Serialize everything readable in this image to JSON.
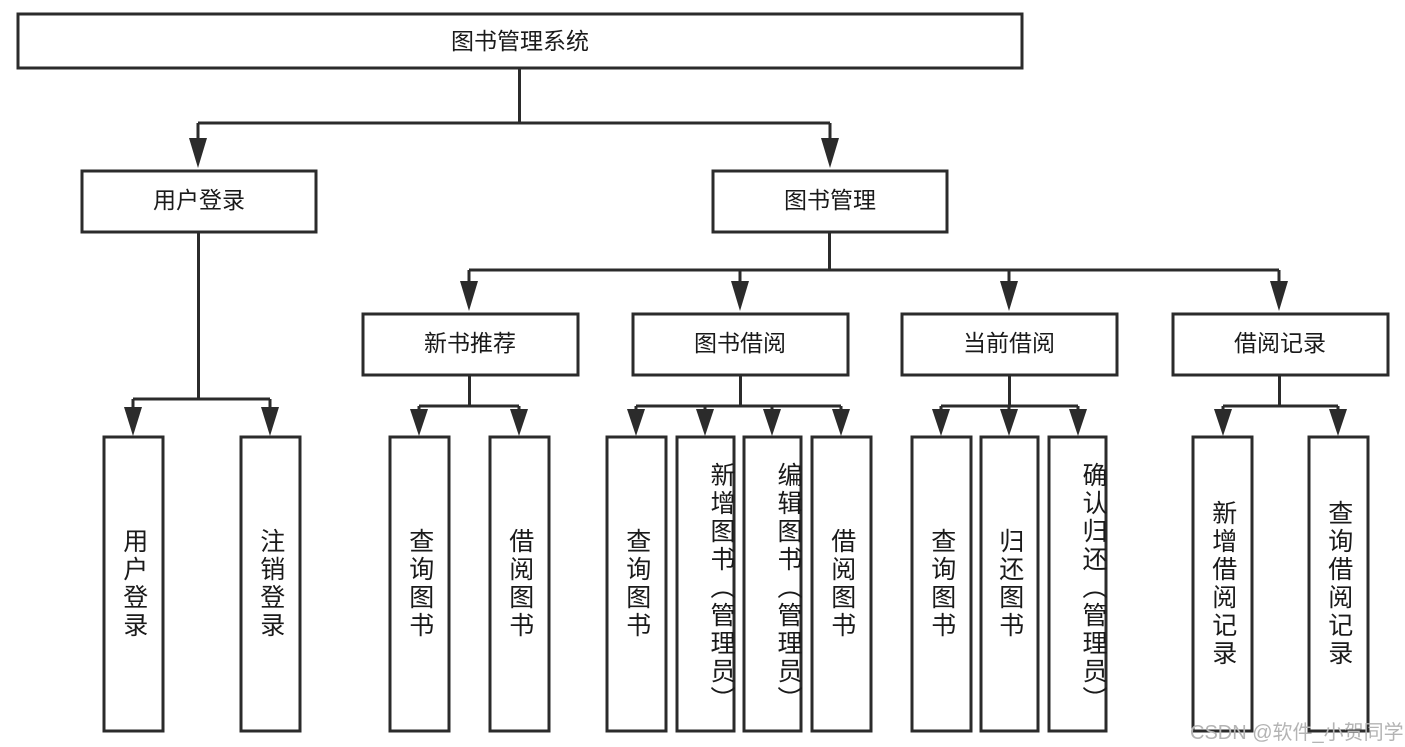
{
  "diagram": {
    "title": "图书管理系统",
    "watermark": "CSDN @软件_小贺同学",
    "colors": {
      "stroke": "#2b2b2b",
      "fill": "#ffffff",
      "text": "#1a1a1a",
      "watermark": "#b4b4b4",
      "background": "#ffffff"
    },
    "nodes": {
      "root": {
        "label": "图书管理系统"
      },
      "level2": [
        {
          "id": "user-login",
          "label": "用户登录"
        },
        {
          "id": "book-manage",
          "label": "图书管理"
        }
      ],
      "level3": [
        {
          "id": "new-book-recommend",
          "label": "新书推荐"
        },
        {
          "id": "book-borrow",
          "label": "图书借阅"
        },
        {
          "id": "current-borrow",
          "label": "当前借阅"
        },
        {
          "id": "borrow-record",
          "label": "借阅记录"
        }
      ],
      "leaves": [
        {
          "id": "leaf-user-login",
          "label": "用户登录",
          "parent": "user-login"
        },
        {
          "id": "leaf-logout-login",
          "label": "注销登录",
          "parent": "user-login"
        },
        {
          "id": "leaf-query-book-1",
          "label": "查询图书",
          "parent": "new-book-recommend"
        },
        {
          "id": "leaf-borrow-book-1",
          "label": "借阅图书",
          "parent": "new-book-recommend"
        },
        {
          "id": "leaf-query-book-2",
          "label": "查询图书",
          "parent": "book-borrow"
        },
        {
          "id": "leaf-add-book",
          "label": "新增图书（管理员）",
          "parent": "book-borrow"
        },
        {
          "id": "leaf-edit-book",
          "label": "编辑图书（管理员）",
          "parent": "book-borrow"
        },
        {
          "id": "leaf-borrow-book-2",
          "label": "借阅图书",
          "parent": "book-borrow"
        },
        {
          "id": "leaf-query-book-3",
          "label": "查询图书",
          "parent": "current-borrow"
        },
        {
          "id": "leaf-return-book",
          "label": "归还图书",
          "parent": "current-borrow"
        },
        {
          "id": "leaf-confirm-return",
          "label": "确认归还（管理员）",
          "parent": "current-borrow"
        },
        {
          "id": "leaf-add-record",
          "label": "新增借阅记录",
          "parent": "borrow-record"
        },
        {
          "id": "leaf-query-record",
          "label": "查询借阅记录",
          "parent": "borrow-record"
        }
      ]
    }
  }
}
